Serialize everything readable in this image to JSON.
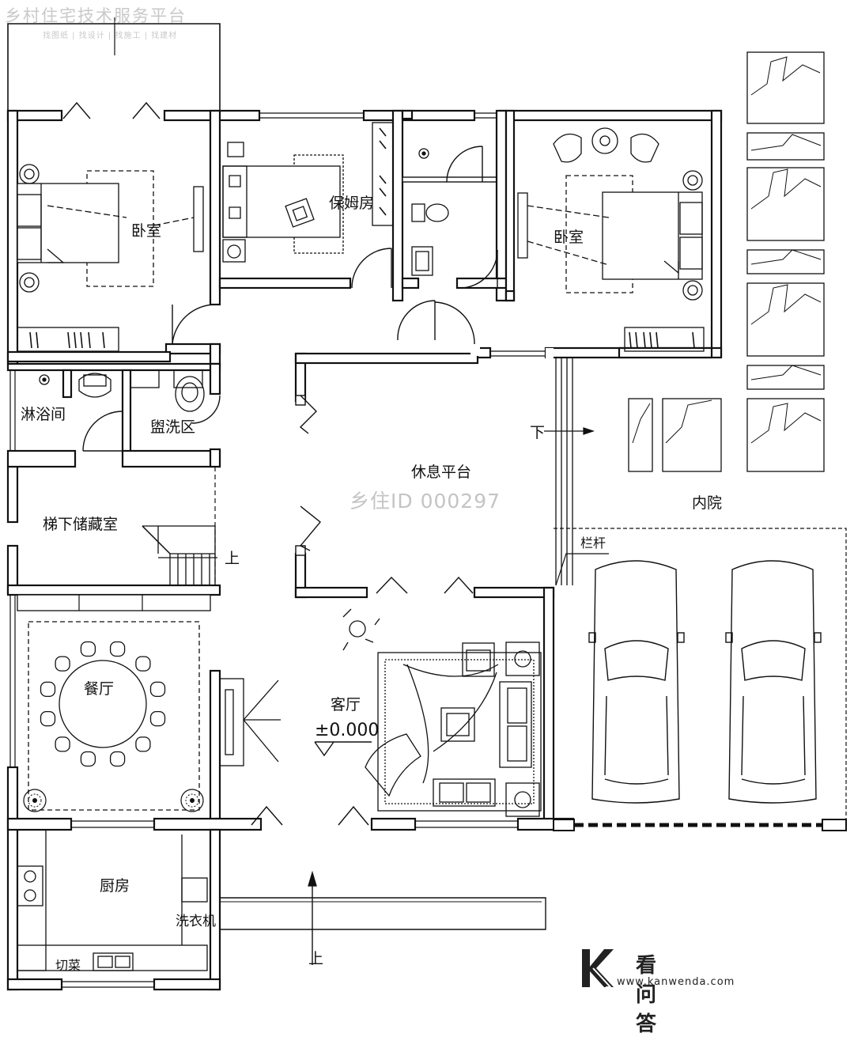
{
  "watermark": {
    "platform_title": "乡村住宅技术服务平台",
    "platform_subtitle": "找图纸 | 找设计 | 找施工 | 找建材",
    "design_id": "乡住ID 000297"
  },
  "rooms": {
    "bedroom_left": "卧室",
    "nanny_room": "保姆房",
    "bedroom_right": "卧室",
    "shower_room": "淋浴间",
    "wash_area": "盥洗区",
    "rest_platform": "休息平台",
    "under_stair_storage": "梯下储藏室",
    "dining_room": "餐厅",
    "living_room": "客厅",
    "kitchen": "厨房",
    "inner_courtyard": "内院"
  },
  "annotations": {
    "floor_elevation": "±0.000",
    "down_arrow": "下",
    "stair_up": "上",
    "entry_up": "上",
    "railing": "栏杆",
    "washing_machine": "洗衣机",
    "chopping": "切菜"
  },
  "brand": {
    "name": "看问答",
    "url": "www.kanwenda.com"
  },
  "colors": {
    "line": "#111111",
    "watermark": "#c4c4c4"
  }
}
